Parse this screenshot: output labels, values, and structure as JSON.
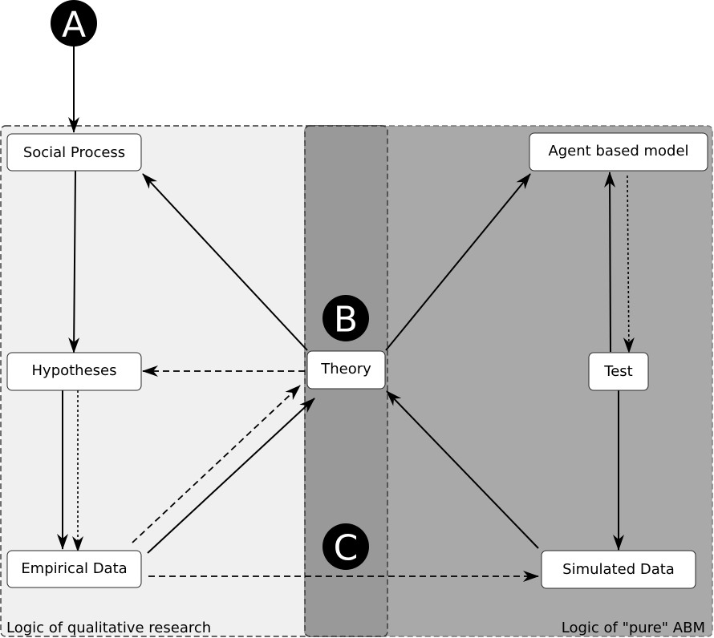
{
  "regions": {
    "qualitative": {
      "caption": "Logic of qualitative research"
    },
    "abm": {
      "caption": "Logic of \"pure\" ABM"
    }
  },
  "markers": {
    "a": "A",
    "b": "B",
    "c": "C"
  },
  "nodes": {
    "social_process": "Social Process",
    "hypotheses": "Hypotheses",
    "empirical_data": "Empirical Data",
    "theory": "Theory",
    "agent_based_model": "Agent based model",
    "test": "Test",
    "simulated_data": "Simulated Data"
  },
  "colors": {
    "qualitative_bg": "#f0f0f0",
    "abm_bg": "#a9a9a9",
    "overlap_bg": "#999999",
    "marker_fill": "#000000",
    "edge": "#000000"
  }
}
